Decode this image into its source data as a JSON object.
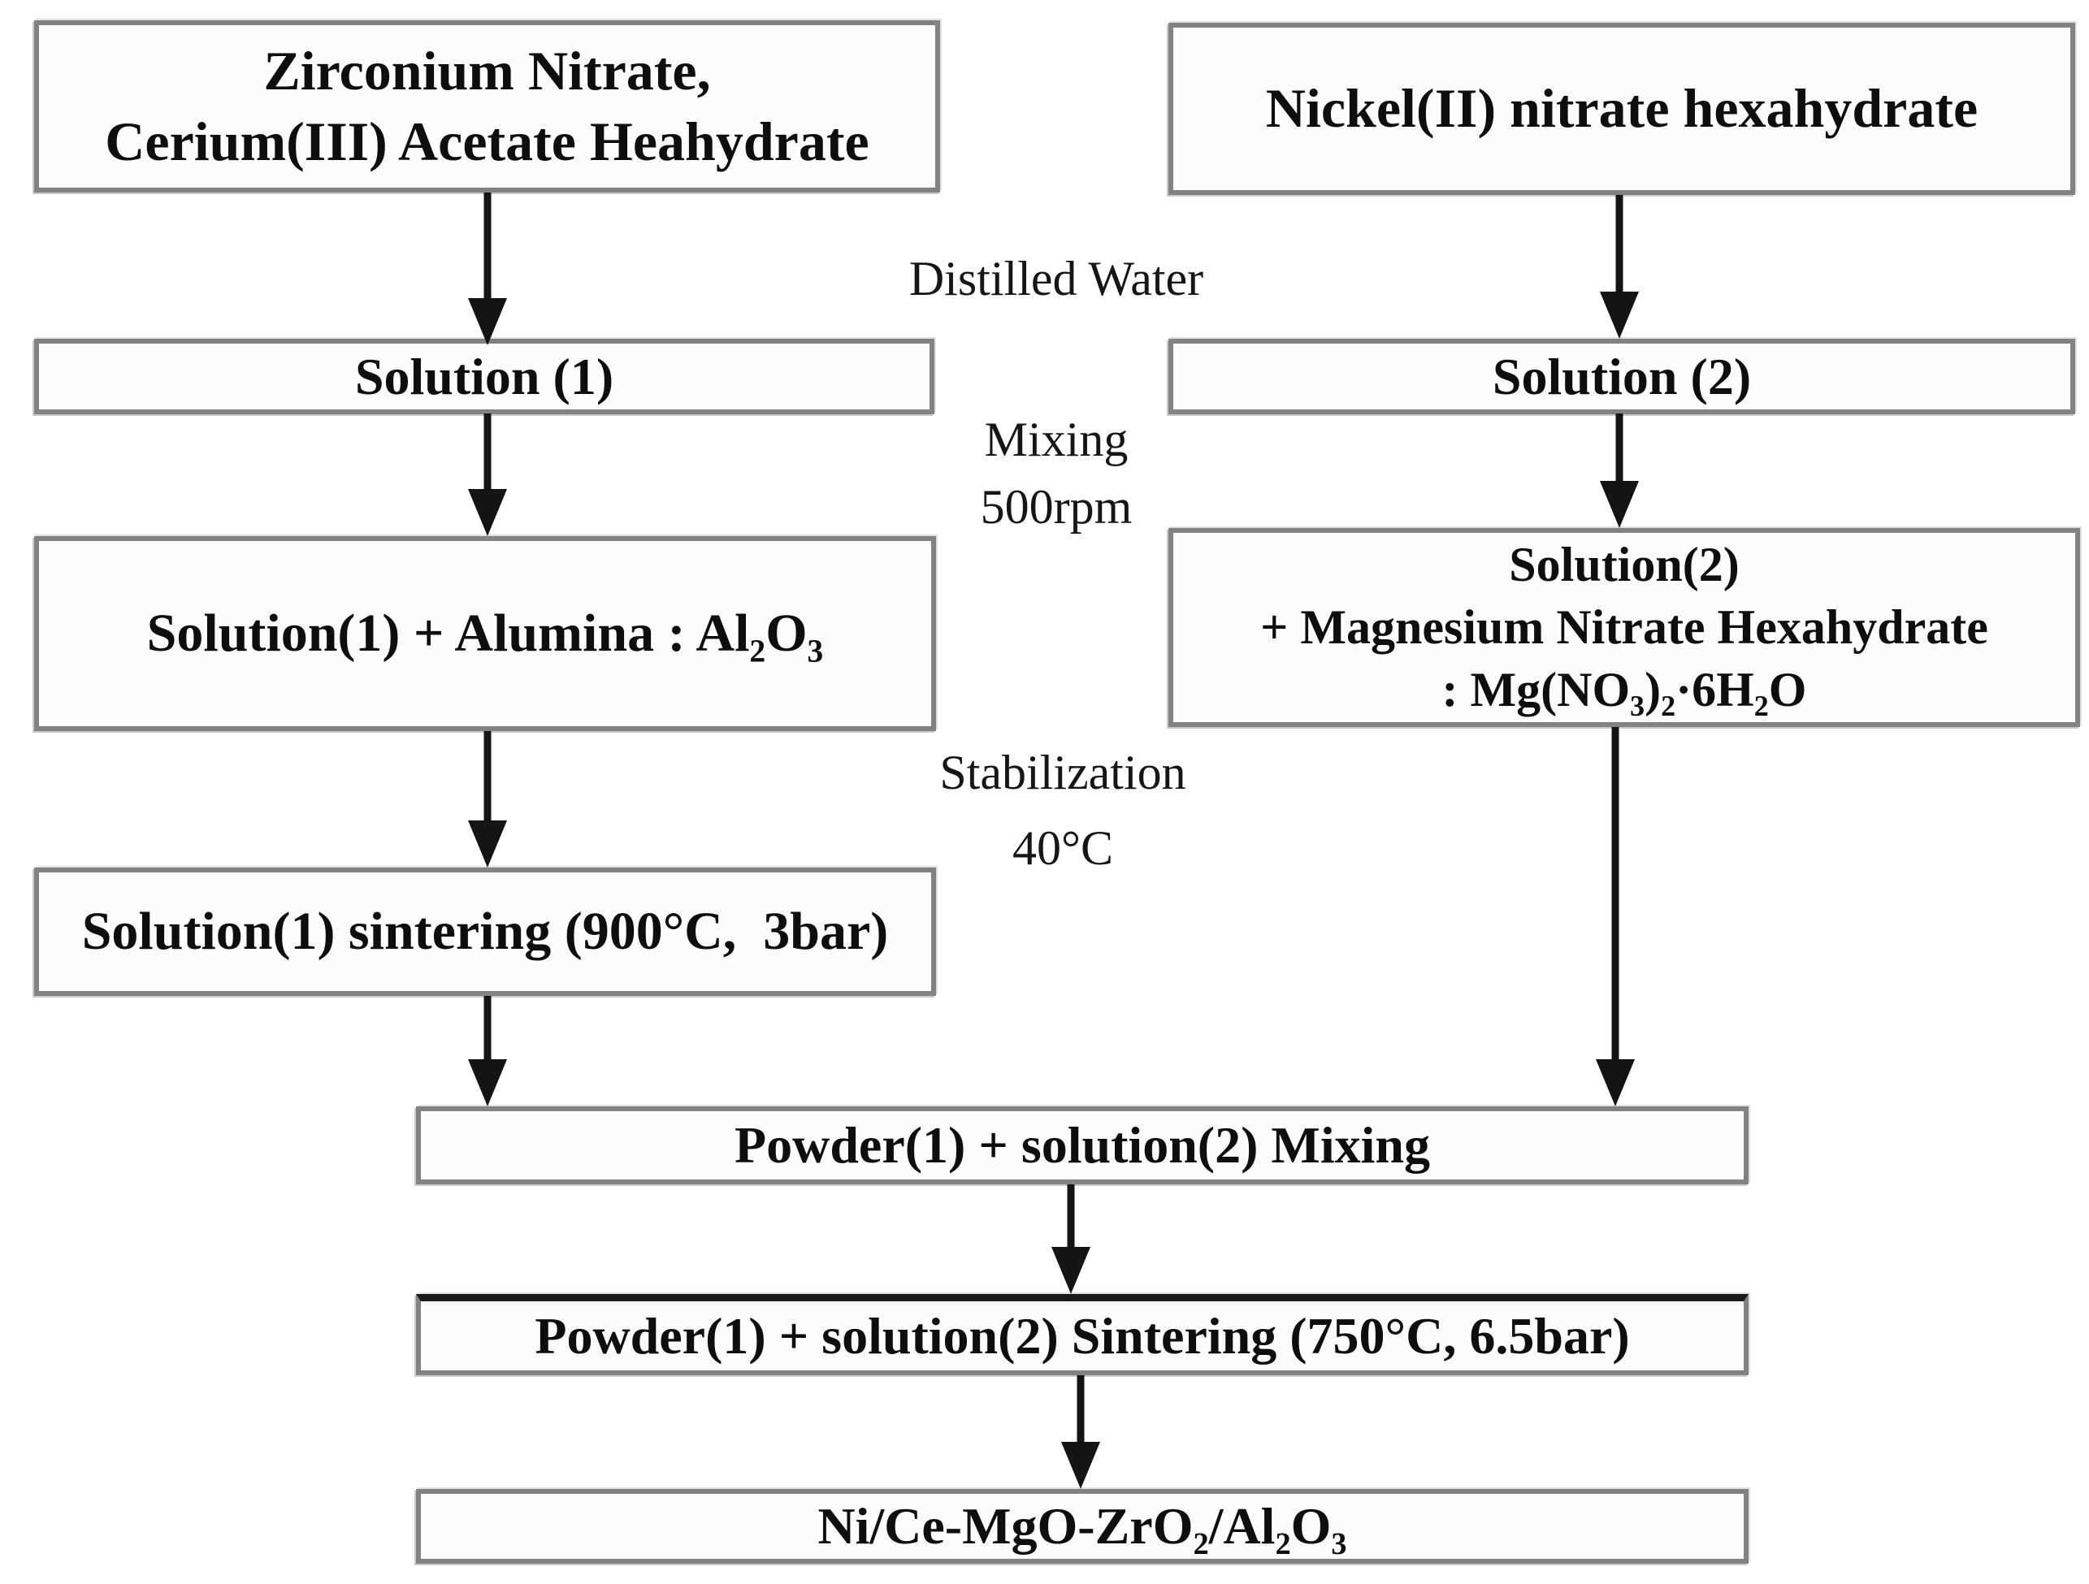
{
  "colors": {
    "background": "#ffffff",
    "box_fill": "#fcfcfc",
    "box_border": "#828282",
    "dark_border": "#1b1b1b",
    "text": "#0e0e0e",
    "arrow": "#141414"
  },
  "boxes": {
    "zirconium": {
      "line1": "Zirconium Nitrate,",
      "line2": "Cerium(III) Acetate Heahydrate"
    },
    "nickel": {
      "label": "Nickel(II) nitrate hexahydrate"
    },
    "solution1": {
      "label": "Solution (1)"
    },
    "solution2": {
      "label": "Solution (2)"
    },
    "alumina": {
      "label": "Solution(1) + Alumina : Al₂O₃"
    },
    "magnesium": {
      "line1": "Solution(2)",
      "line2": "+ Magnesium Nitrate Hexahydrate",
      "line3": ": Mg(NO₃)₂·6H₂O"
    },
    "sintering1": {
      "label": "Solution(1) sintering (900°C,  3bar)"
    },
    "powder_mixing": {
      "label": "Powder(1) + solution(2) Mixing"
    },
    "powder_sintering": {
      "label": "Powder(1) + solution(2) Sintering (750°C, 6.5bar)"
    },
    "final_product": {
      "label": "Ni/Ce-MgO-ZrO₂/Al₂O₃"
    }
  },
  "process_labels": {
    "distilled_water": "Distilled Water",
    "mixing": {
      "line1": "Mixing",
      "line2": "500rpm"
    },
    "stabilization": {
      "line1": "Stabilization",
      "line2": "40°C"
    }
  }
}
